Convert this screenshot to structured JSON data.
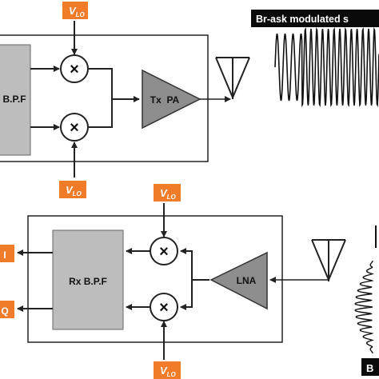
{
  "tx": {
    "filter_label": "B.P.F",
    "amp_label": "Tx  PA",
    "lo_labels": [
      "V",
      "V"
    ],
    "lo_subscript": "LO"
  },
  "rx": {
    "filter_label": "Rx B.P.F",
    "amp_label": "LNA",
    "lo_labels": [
      "V",
      "V"
    ],
    "lo_subscript": "LO",
    "output_labels": [
      "I",
      "Q"
    ]
  },
  "waveform": {
    "title": "Br-ask modulated s"
  },
  "bottom_right_label": "B",
  "colors": {
    "label_bg": "#f07c2a",
    "label_text": "#ffffff",
    "block_gray": "#bdbdbd",
    "amp_gray": "#8d8d8d",
    "title_bg": "#0a0a0a",
    "title_text": "#ffffff"
  }
}
